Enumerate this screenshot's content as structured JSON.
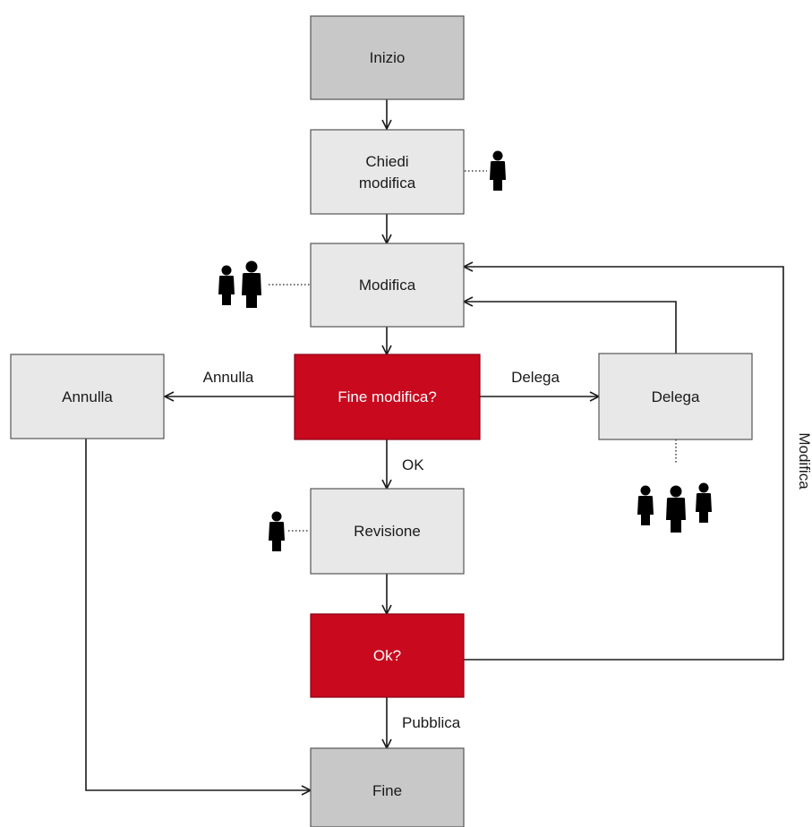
{
  "nodes": {
    "inizio": {
      "label": "Inizio"
    },
    "chiedi_modifica": {
      "label_lines": [
        "Chiedi",
        "modifica"
      ]
    },
    "modifica": {
      "label": "Modifica"
    },
    "fine_modifica": {
      "label": "Fine modifica?"
    },
    "annulla": {
      "label": "Annulla"
    },
    "delega": {
      "label": "Delega"
    },
    "revisione": {
      "label": "Revisione"
    },
    "ok": {
      "label": "Ok?"
    },
    "fine": {
      "label": "Fine"
    }
  },
  "edge_labels": {
    "annulla": "Annulla",
    "delega": "Delega",
    "ok": "OK",
    "pubblica": "Pubblica",
    "modifica": "Modifica"
  },
  "icons": {
    "chiedi_modifica": "single-person-icon",
    "modifica": "two-people-icon",
    "delega": "three-people-icon",
    "revisione": "single-person-icon"
  },
  "colors": {
    "terminal": "#c8c8c8",
    "process": "#e8e8e8",
    "decision": "#c8091e",
    "border": "#555555",
    "line": "#1a1a1a"
  }
}
